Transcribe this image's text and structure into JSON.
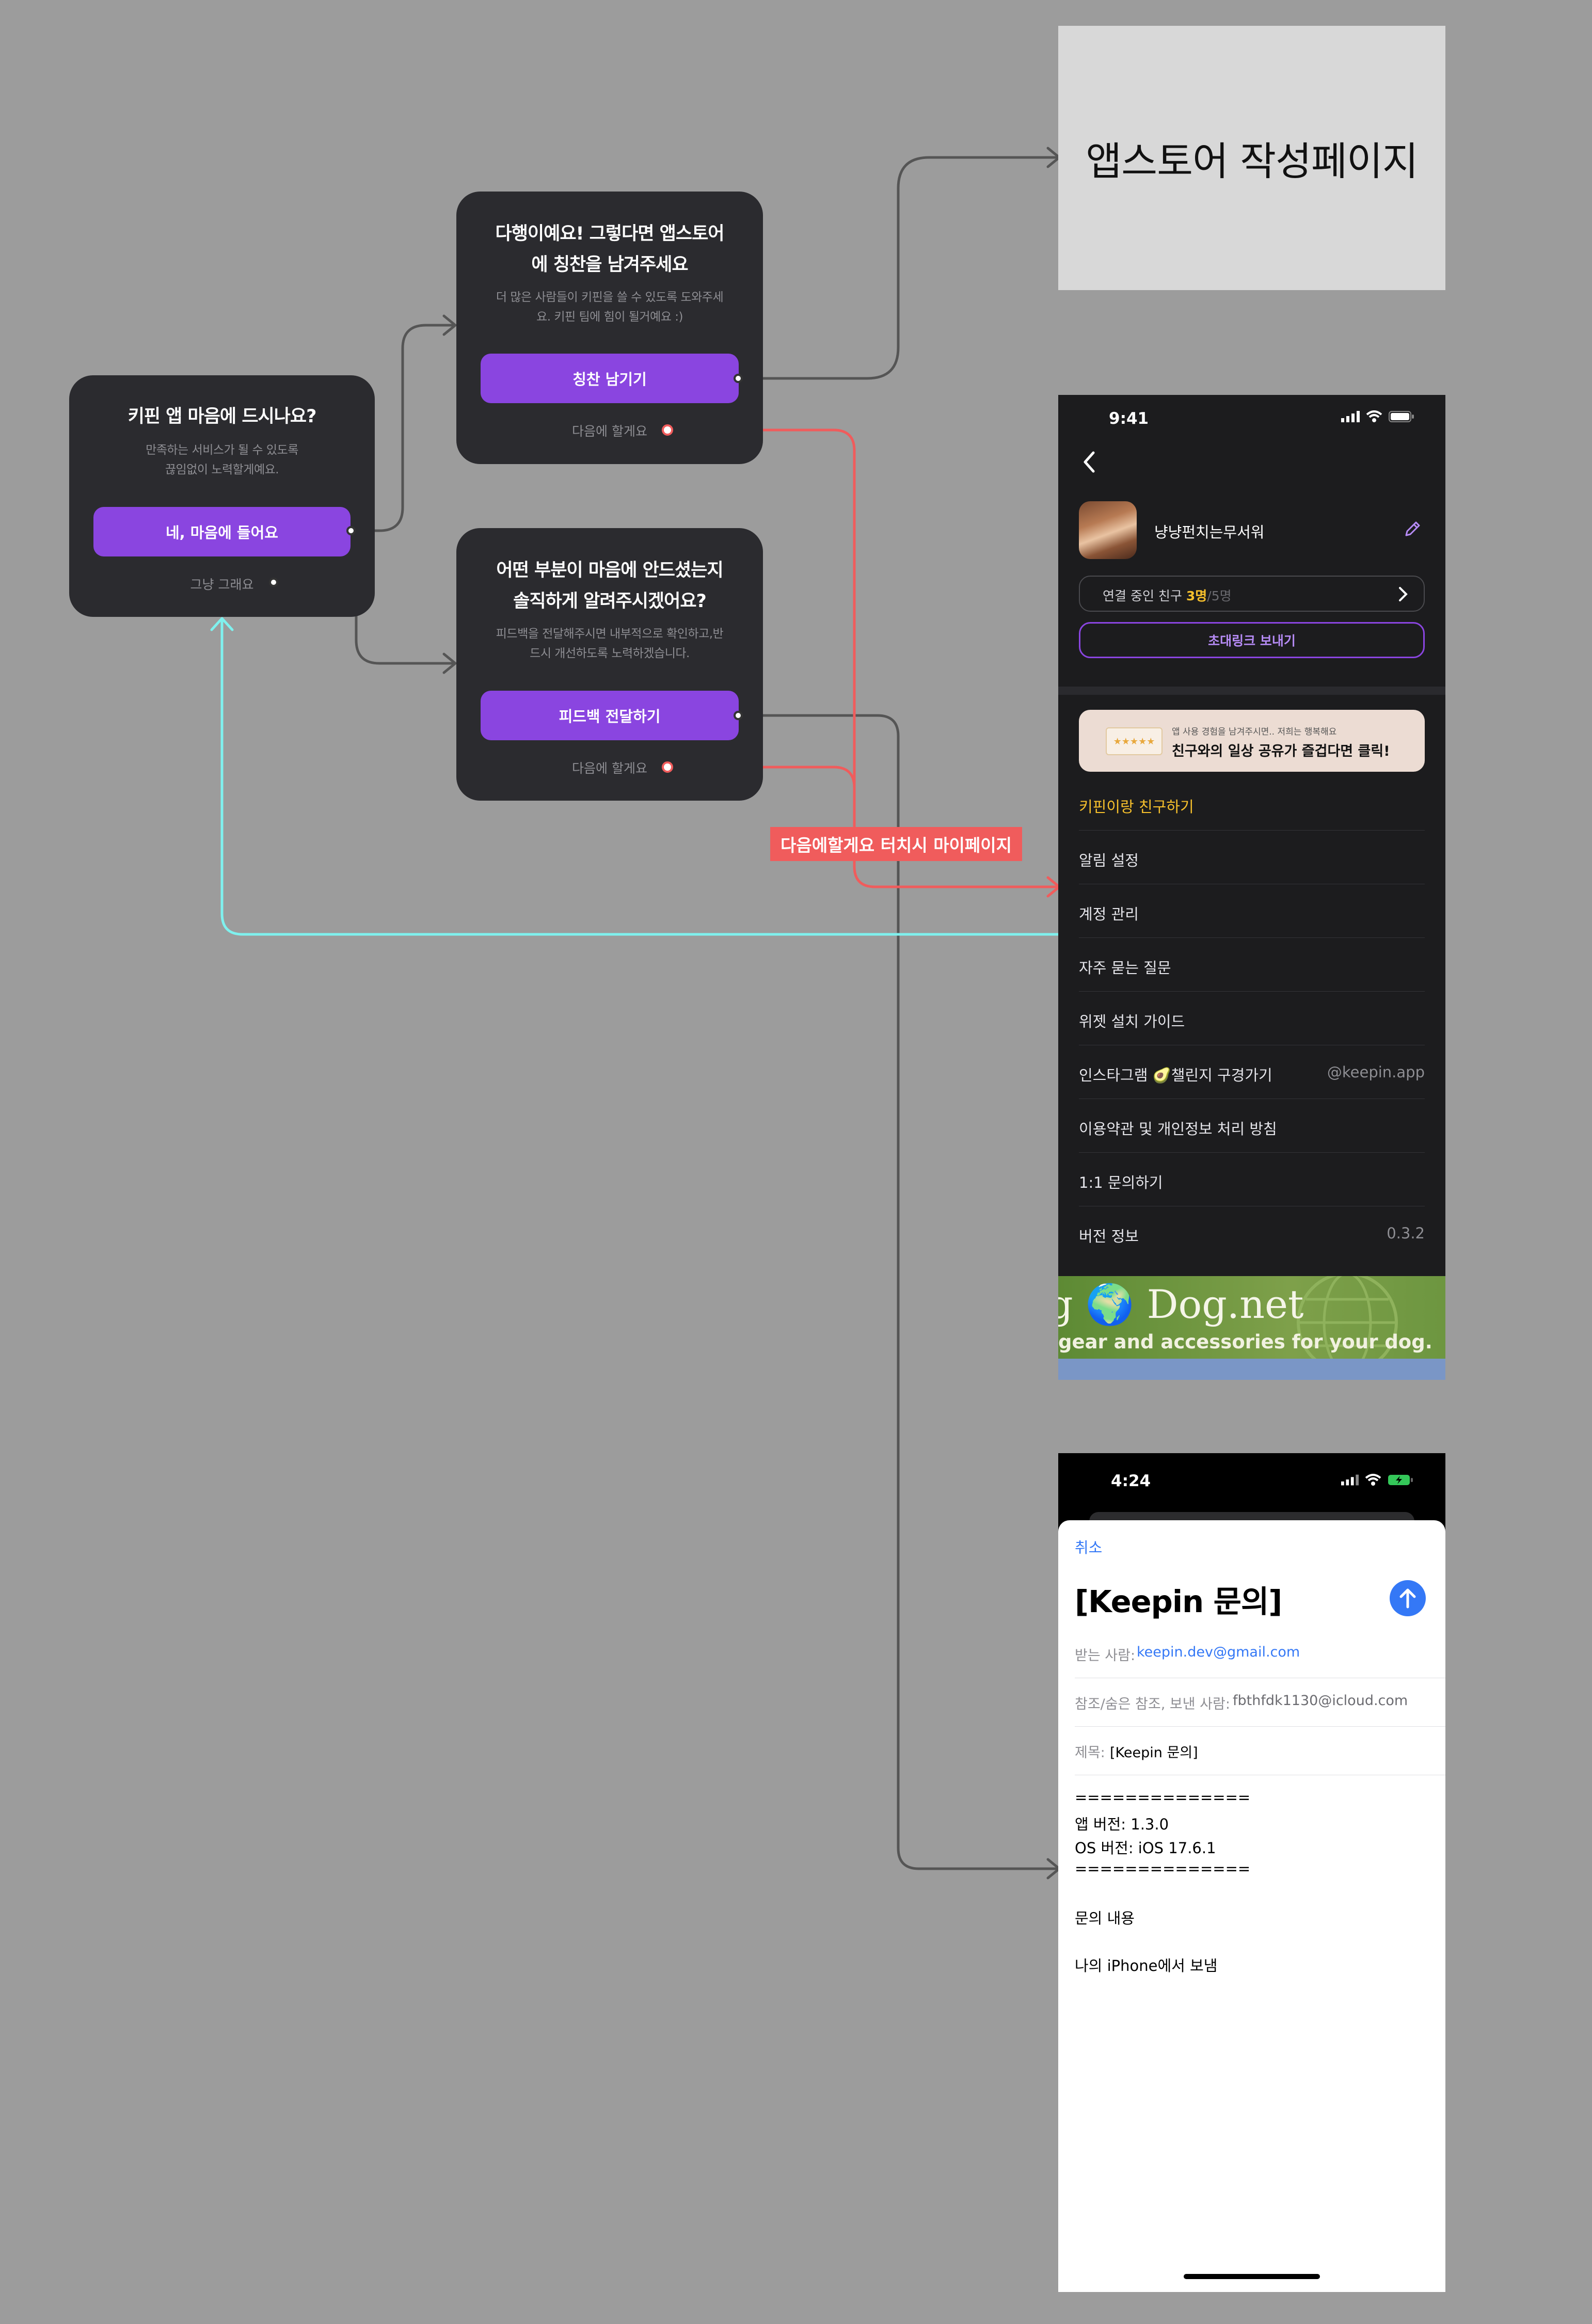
{
  "card_satisfaction": {
    "title": "키핀 앱 마음에 드시나요?",
    "desc_line1": "만족하는 서비스가 될 수 있도록",
    "desc_line2": "끊임없이 노력할게예요.",
    "cta": "네, 마음에 들어요",
    "later": "그냥 그래요"
  },
  "card_praise": {
    "title_line1": "다행이예요! 그렇다면 앱스토어",
    "title_line2": "에 칭찬을 남겨주세요",
    "desc_line1": "더 많은 사람들이 키핀을 쓸 수 있도록 도와주세",
    "desc_line2": "요. 키핀 팀에 힘이 될거예요 :)",
    "cta": "칭찬 남기기",
    "later": "다음에 할게요"
  },
  "card_feedback": {
    "title_line1": "어떤 부분이 마음에 안드셨는지",
    "title_line2": "솔직하게 알려주시겠어요?",
    "desc_line1": "피드백을 전달해주시면 내부적으로 확인하고,반",
    "desc_line2": "드시 개선하도록 노력하겠습니다.",
    "cta": "피드백 전달하기",
    "later": "다음에 할게요"
  },
  "appstore_placeholder": "앱스토어 작성페이지",
  "annotation": "다음에할게요 터치시 마이페이지",
  "mypage": {
    "status_time": "9:41",
    "nickname": "냥냥펀치는무서워",
    "friends_label": "연결 중인 친구",
    "friends_count": "3명",
    "friends_total": "/5명",
    "invite_button": "초대링크 보내기",
    "banner_small": "앱 사용 경험을 남겨주시면.. 저희는 행복해요",
    "banner_big": "친구와의 일상 공유가 즐겁다면 클릭!",
    "banner_stars": "★★★★★",
    "menu": [
      {
        "label": "키핀이랑 친구하기",
        "value": ""
      },
      {
        "label": "알림 설정",
        "value": ""
      },
      {
        "label": "계정 관리",
        "value": ""
      },
      {
        "label": "자주 묻는 질문",
        "value": ""
      },
      {
        "label": "위젯 설치 가이드",
        "value": ""
      },
      {
        "label": "인스타그램 🥑챌린지 구경가기",
        "value": "@keepin.app"
      },
      {
        "label": "이용약관 및 개인정보 처리 방침",
        "value": ""
      },
      {
        "label": "1:1 문의하기",
        "value": ""
      },
      {
        "label": "버전 정보",
        "value": "0.3.2"
      }
    ],
    "ad_title": "g 🌍 Dog.net",
    "ad_sub": "gear and accessories for your dog."
  },
  "mail": {
    "status_time": "4:24",
    "cancel": "취소",
    "subject_title": "[Keepin 문의]",
    "to_label": "받는 사람:",
    "to_value": "keepin.dev@gmail.com",
    "cc_label": "참조/숨은 참조, 보낸 사람:",
    "cc_value": "fbthfdk1130@icloud.com",
    "subject_label": "제목:",
    "subject_value": "[Keepin 문의]",
    "body_sep1": "==============",
    "body_app_version": "앱 버전: 1.3.0",
    "body_os_version": "OS 버전: iOS 17.6.1",
    "body_sep2": "==============",
    "body_inquiry": "문의 내용",
    "body_signature": "나의 iPhone에서 보냄"
  },
  "colors": {
    "canvas": "#9c9c9c",
    "card": "#2b2b2f",
    "accent": "#8a45e0",
    "flow_gray": "#555555",
    "flow_red": "#f05c5c",
    "flow_cyan": "#7ff1ee",
    "highlight_yellow": "#f7c02c",
    "link_blue": "#3478f6"
  }
}
